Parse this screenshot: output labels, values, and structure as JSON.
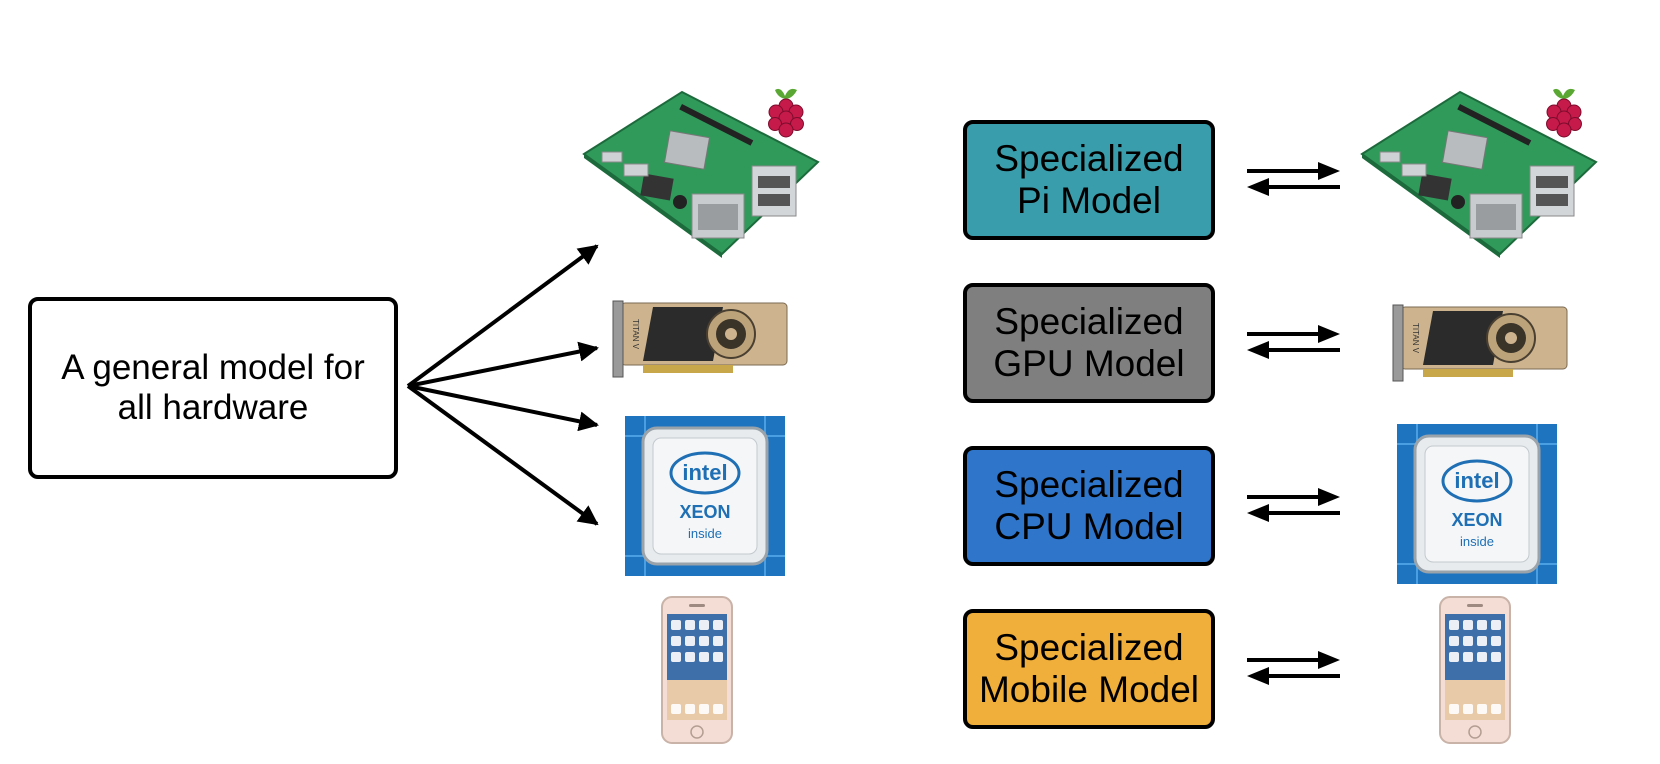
{
  "general_model": {
    "text": "A general model for\nall hardware"
  },
  "specialized_models": [
    {
      "text": "Specialized\nPi Model",
      "color": "#3a9dab"
    },
    {
      "text": "Specialized\nGPU Model",
      "color": "#7f7f7f"
    },
    {
      "text": "Specialized\nCPU Model",
      "color": "#2f75c9"
    },
    {
      "text": "Specialized\nMobile Model",
      "color": "#f0ae3a"
    }
  ],
  "hardware": [
    {
      "name": "raspberry-pi",
      "icon": "raspberry-pi-board-icon"
    },
    {
      "name": "gpu",
      "icon": "titan-v-gpu-icon",
      "label": "TITAN V"
    },
    {
      "name": "cpu",
      "icon": "intel-xeon-chip-icon",
      "brand": "intel",
      "product": "XEON",
      "tagline": "inside"
    },
    {
      "name": "mobile",
      "icon": "iphone-icon"
    }
  ],
  "colors": {
    "arrow": "#000000",
    "box_border": "#000000"
  }
}
